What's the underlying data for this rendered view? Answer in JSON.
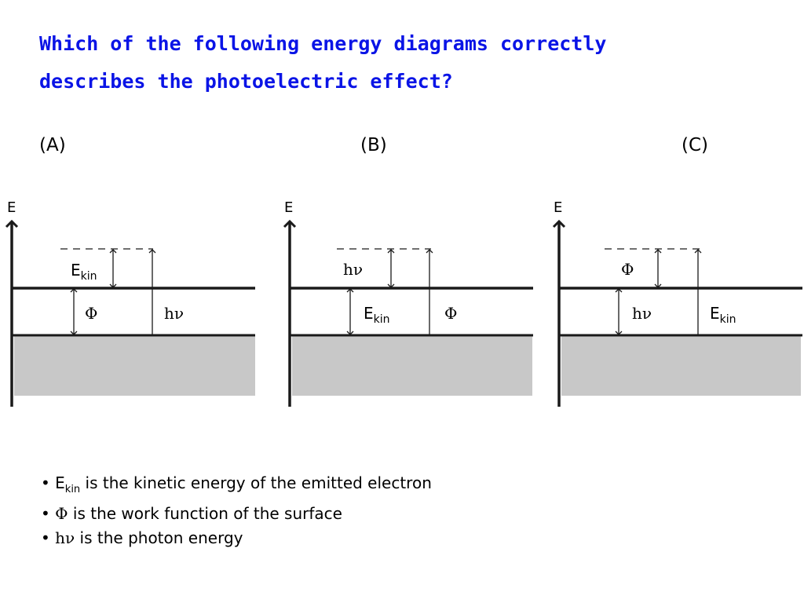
{
  "question": {
    "line1": "Which of the following energy diagrams correctly",
    "line2": "describes the photoelectric effect?"
  },
  "options": {
    "a": "(A)",
    "b": "(B)",
    "c": "(C)"
  },
  "diagrams": {
    "axis_label": "E",
    "a": {
      "top_gap": {
        "base": "E",
        "sub": "kin"
      },
      "bottom_gap": "Φ",
      "full": "hν"
    },
    "b": {
      "top_gap": "hν",
      "bottom_gap": {
        "base": "E",
        "sub": "kin"
      },
      "full": "Φ"
    },
    "c": {
      "top_gap": "Φ",
      "bottom_gap": "hν",
      "full": {
        "base": "E",
        "sub": "kin"
      }
    }
  },
  "legend": [
    {
      "bullet": "•",
      "symbol_base": "E",
      "symbol_sub": "kin",
      "text": " is the kinetic energy of the emitted electron"
    },
    {
      "bullet": "•",
      "symbol": "Φ",
      "text": " is the work function of the surface"
    },
    {
      "bullet": "•",
      "symbol": "hν",
      "text": " is the photon energy"
    }
  ],
  "colors": {
    "question": "#0a14e6",
    "solid": "#c8c8c8",
    "line": "#1a1a1a"
  }
}
